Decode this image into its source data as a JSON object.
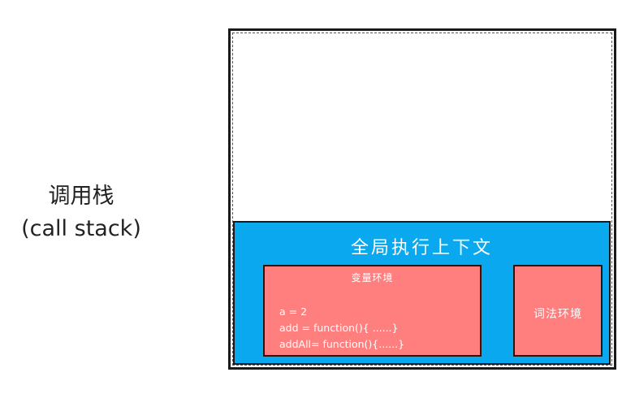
{
  "call_stack": {
    "label_zh": "调用栈",
    "label_en": "(call stack)"
  },
  "global_context": {
    "title": "全局执行上下文",
    "variable_environment": {
      "title": "变量环境",
      "lines": [
        "a = 2",
        "add = function(){ ......}",
        "addAll= function(){......}"
      ]
    },
    "lexical_environment": {
      "title": "词法环境"
    }
  },
  "colors": {
    "context_fill": "#0aa8ee",
    "environment_fill": "#ff7f7f",
    "border": "#1a1a1a",
    "text_light": "#ffffff",
    "text_dark": "#222222"
  }
}
